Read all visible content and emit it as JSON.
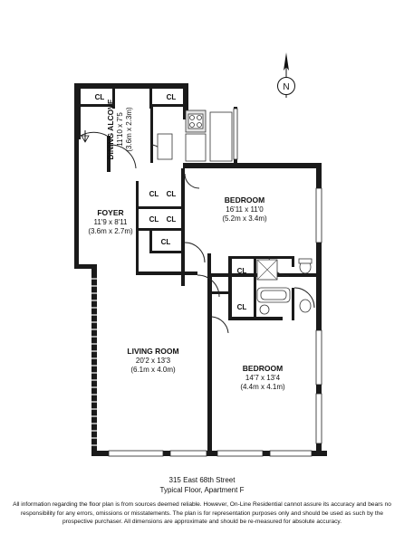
{
  "compass": {
    "letter": "N"
  },
  "rooms": {
    "dining_alcove": {
      "name": "DINING ALCOVE",
      "size_ft": "11'10 x 7'5",
      "size_m": "(3.6m x 2.3m)"
    },
    "foyer": {
      "name": "FOYER",
      "size_ft": "11'9 x 8'11",
      "size_m": "(3.6m x 2.7m)"
    },
    "bedroom_1": {
      "name": "BEDROOM",
      "size_ft": "16'11 x 11'0",
      "size_m": "(5.2m x 3.4m)"
    },
    "living_room": {
      "name": "LIVING ROOM",
      "size_ft": "20'2 x 13'3",
      "size_m": "(6.1m x 4.0m)"
    },
    "bedroom_2": {
      "name": "BEDROOM",
      "size_ft": "14'7 x 13'4",
      "size_m": "(4.4m x 4.1m)"
    }
  },
  "closet_label": "CL",
  "footer": {
    "address": "315 East 68th Street",
    "unit": "Typical Floor, Apartment F",
    "disclaimer": "All information regarding the floor plan is from sources deemed reliable.  However, On-Line Residential cannot assure its accuracy and bears no responsibility for any errors, omissions or misstatements.  The plan is for representation purposes only and should be used as such by the prospective purchaser.  All dimensions are approximate and should be re-measured for absolute accuracy."
  }
}
